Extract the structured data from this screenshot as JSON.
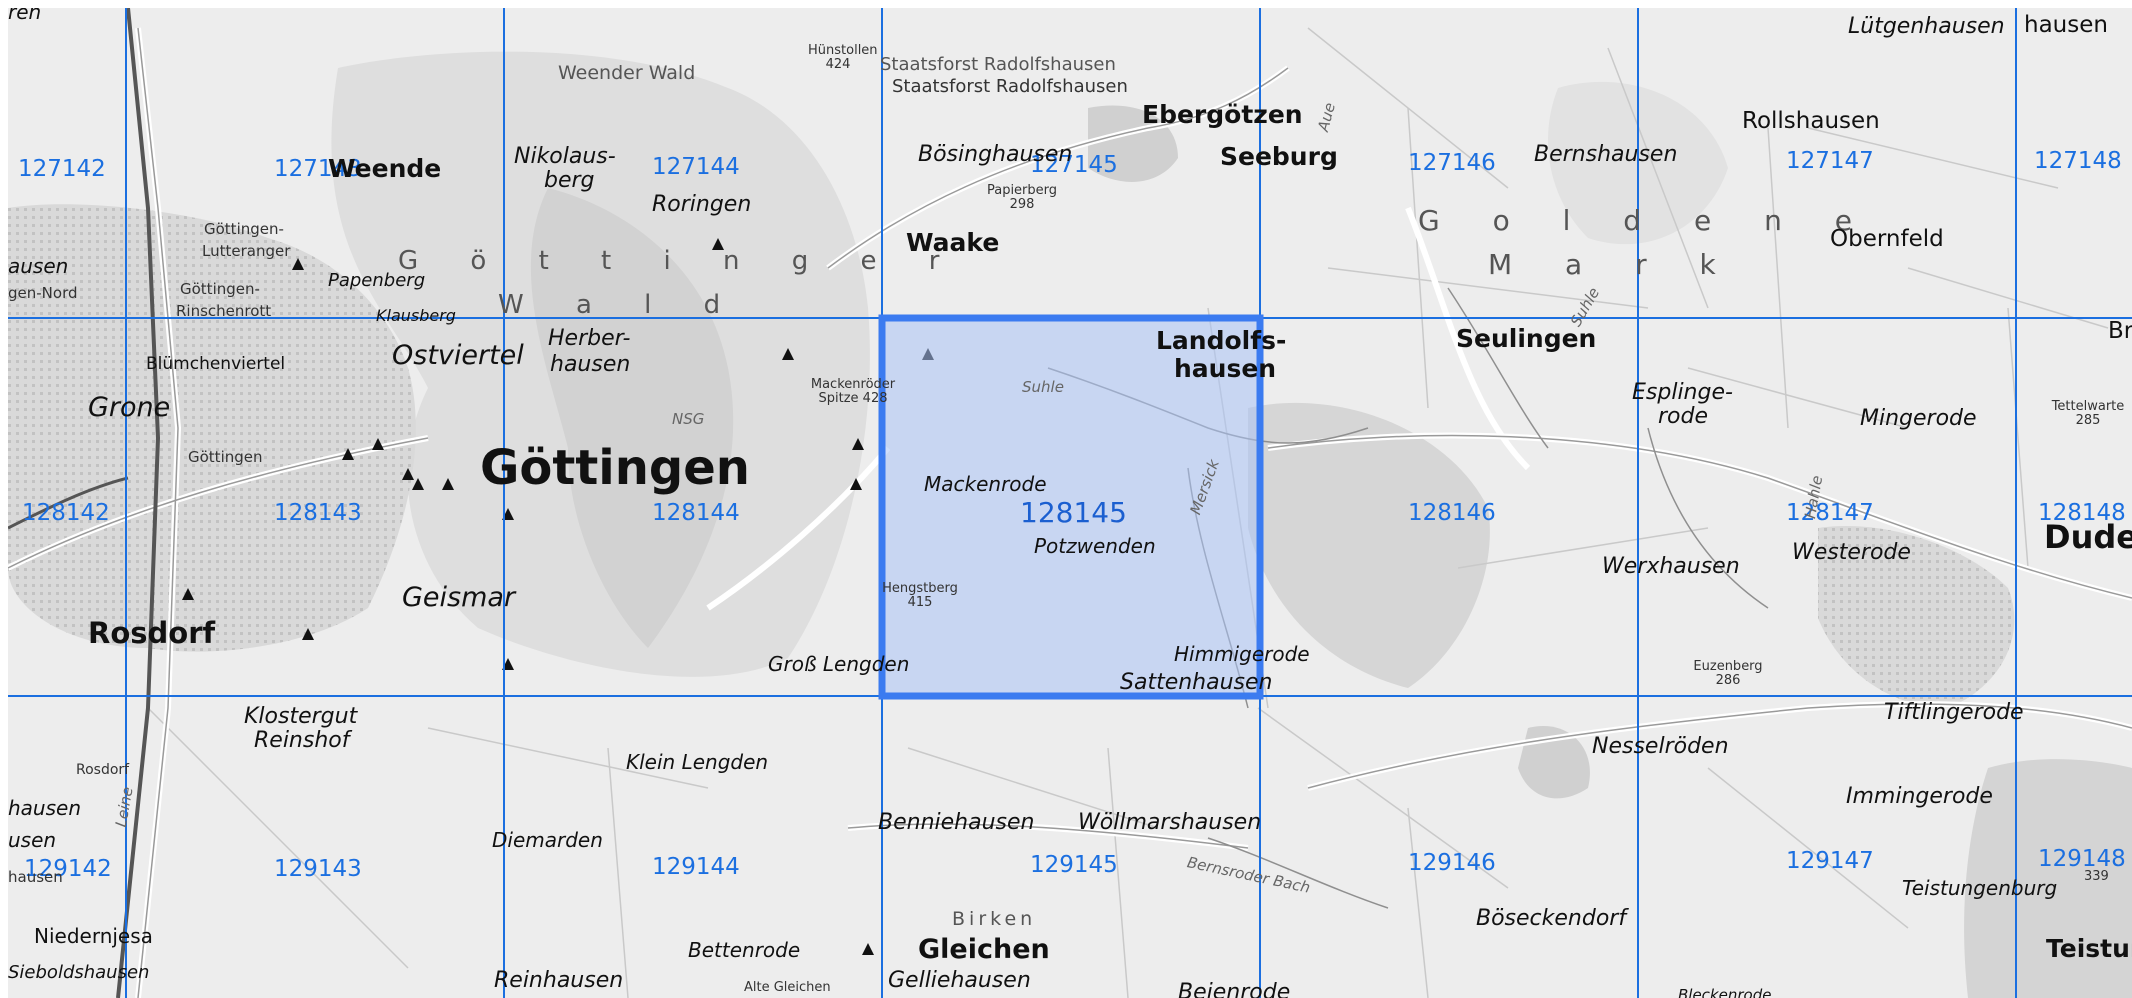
{
  "map": {
    "grid_color": "#1b6fe0",
    "highlight_fill": "#aac2f5",
    "highlight_border": "#3b7bf0",
    "selected_tile": "128145",
    "tiles": [
      "127142",
      "127143",
      "127144",
      "127145",
      "127146",
      "127147",
      "127148",
      "128142",
      "128143",
      "128144",
      "128145",
      "128146",
      "128147",
      "128148",
      "129142",
      "129143",
      "129144",
      "129145",
      "129146",
      "129147",
      "129148"
    ],
    "places": {
      "goettingen": "Göttingen",
      "rosdorf": "Rosdorf",
      "grone": "Grone",
      "geismar": "Geismar",
      "ostviertel": "Ostviertel",
      "herberhausen_1": "Herber-",
      "herberhausen_2": "hausen",
      "nikolausberg_1": "Nikolaus-",
      "nikolausberg_2": "berg",
      "roringen": "Roringen",
      "papenberg": "Papenberg",
      "klausberg": "Klausberg",
      "bluemchenviertel": "Blümchenviertel",
      "goettingen_small": "Göttingen",
      "goe_lutterangerl": "Göttingen-",
      "goe_lutterangerl2": "Lutteranger",
      "goe_rinschenrott": "Göttingen-",
      "goe_rinschenrott2": "Rinschenrott",
      "weende": "Weende",
      "weender_wald": "Weender Wald",
      "goettinger_wald_1": "G ö t t i n g e r",
      "goettinger_wald_2": "W a l d",
      "nsg": "NSG",
      "mackenroeder_spitze": "Mackenröder Spitze 428",
      "huenstollen": "Hünstollen 424",
      "staatsforst_1": "Staatsforst Radolfshausen",
      "staatsforst_2": "Staatsforst Radolfshausen",
      "boesinghausen": "Bösinghausen",
      "papierberg": "Papierberg 298",
      "waake": "Waake",
      "ebergoetzen": "Ebergötzen",
      "seeburg": "Seeburg",
      "bernshausen": "Bernshausen",
      "goldene_1": "G o l d e n e",
      "goldene_2": "M a r k",
      "luetgenhausen": "Lütgenhausen",
      "hausen_edge": "hausen",
      "rollshausen": "Rollshausen",
      "obernfeld": "Obernfeld",
      "landolfshausen_1": "Landolfs-",
      "landolfshausen_2": "hausen",
      "seulingen": "Seulingen",
      "esplingerode_1": "Esplinge-",
      "esplingerode_2": "rode",
      "mingerode": "Mingerode",
      "tettelwarte": "Tettelwarte 285",
      "mackenrode": "Mackenrode",
      "potzwenden": "Potzwenden",
      "suhle": "Suhle",
      "mersick": "Mersick",
      "hengstberg": "Hengstberg 415",
      "himmigerode": "Himmigerode",
      "sattenhausen": "Sattenhausen",
      "gross_lengden": "Groß Lengden",
      "werxhausen": "Werxhausen",
      "westerode": "Westerode",
      "duderstadt": "Dude",
      "euzenberg": "Euzenberg 286",
      "tiftlingerode": "Tiftlingerode",
      "klostergut_1": "Klostergut",
      "klostergut_2": "Reinshof",
      "klein_lengden": "Klein Lengden",
      "diemarden": "Diemarden",
      "benniehausen": "Benniehausen",
      "woellmarshausen": "Wöllmarshausen",
      "bernsroder_bach": "Bernsroder Bach",
      "nesselroeden": "Nesselröden",
      "immingerode": "Immingerode",
      "teistungenburg": "Teistungenburg",
      "teistungen": "Teistung",
      "peak_339": "339",
      "boeseckendorf": "Böseckendorf",
      "bettenrode": "Bettenrode",
      "birken": "Birken",
      "gleichen": "Gleichen",
      "gelliehausen": "Gelliehausen",
      "alte_gleichen": "Alte Gleichen",
      "reinhausen": "Reinhausen",
      "beienrode": "Beienrode",
      "niederniesa": "Niedernjesa",
      "sieboldshausen": "Sieboldshausen",
      "rosdorf_small": "Rosdorf",
      "hausen_left1": "ausen",
      "hausen_left2": "gen-Nord",
      "hausen_left3": "hausen",
      "usen_left": "usen",
      "hausen_left4": "hausen",
      "en_top": "ren",
      "seulingen_suhle": "Suhle",
      "bre_edge": "Br",
      "hahle": "Hahle",
      "leine": "Leine",
      "aue": "Aue",
      "blecken": "Bleckenrode"
    }
  }
}
